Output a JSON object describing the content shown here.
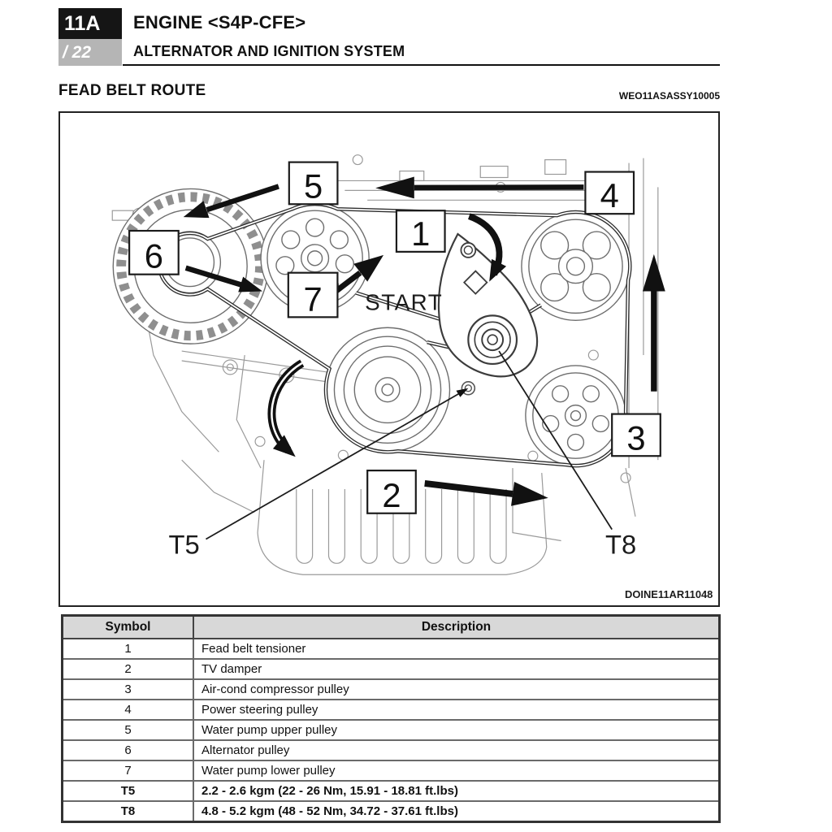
{
  "header": {
    "chapter_code": "11A",
    "page_indicator": "/ 22",
    "title": "ENGINE <S4P-CFE>",
    "subtitle": "ALTERNATOR AND IGNITION SYSTEM"
  },
  "section": {
    "title": "FEAD BELT ROUTE",
    "doc_code": "WEO11ASASSY10005"
  },
  "diagram": {
    "figure_code": "DOINE11AR11048",
    "start_label": "START",
    "callouts": {
      "c1": "1",
      "c2": "2",
      "c3": "3",
      "c4": "4",
      "c5": "5",
      "c6": "6",
      "c7": "7",
      "t5": "T5",
      "t8": "T8"
    }
  },
  "table": {
    "headers": [
      "Symbol",
      "Description"
    ],
    "rows": [
      {
        "symbol": "1",
        "description": "Fead belt tensioner"
      },
      {
        "symbol": "2",
        "description": "TV damper"
      },
      {
        "symbol": "3",
        "description": "Air-cond compressor pulley"
      },
      {
        "symbol": "4",
        "description": "Power steering pulley"
      },
      {
        "symbol": "5",
        "description": "Water pump upper pulley"
      },
      {
        "symbol": "6",
        "description": "Alternator pulley"
      },
      {
        "symbol": "7",
        "description": "Water pump lower pulley"
      },
      {
        "symbol": "T5",
        "description": "2.2 - 2.6 kgm (22 - 26 Nm, 15.91 - 18.81 ft.lbs)"
      },
      {
        "symbol": "T8",
        "description": "4.8 - 5.2 kgm (48 - 52 Nm, 34.72 - 37.61 ft.lbs)"
      }
    ]
  },
  "colors": {
    "chapter_bg": "#151515",
    "page_indicator_bg": "#b5b5b5",
    "table_header_bg": "#d8d8d8"
  }
}
